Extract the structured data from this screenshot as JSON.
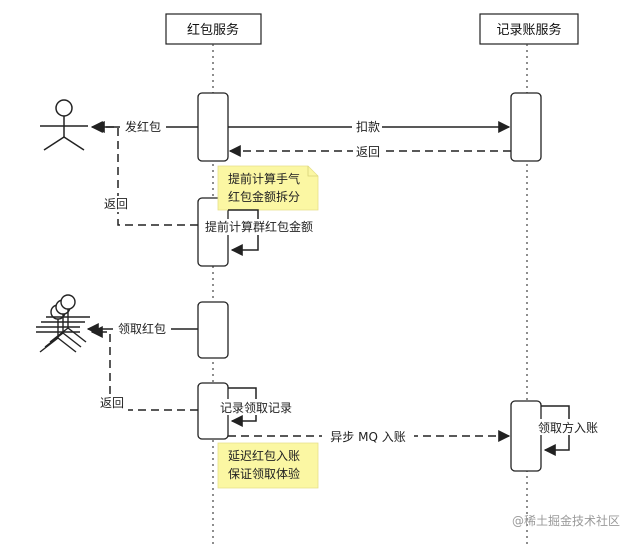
{
  "participants": {
    "redpacket_service": "红包服务",
    "ledger_service": "记录账服务"
  },
  "messages": {
    "send_redpacket": "发红包",
    "deduct": "扣款",
    "return_1": "返回",
    "return_to_user_1": "返回",
    "precompute_group": "提前计算群红包金额",
    "claim_redpacket": "领取红包",
    "return_to_user_2": "返回",
    "record_claim": "记录领取记录",
    "async_mq": "异步 MQ 入账",
    "claimer_credit": "领取方入账"
  },
  "notes": {
    "note_1_line1": "提前计算手气",
    "note_1_line2": "红包金额拆分",
    "note_2_line1": "延迟红包入账",
    "note_2_line2": "保证领取体验"
  },
  "watermark": "@稀土掘金技术社区",
  "colors": {
    "note_fill": "#fbf7a3",
    "line": "#222222"
  }
}
